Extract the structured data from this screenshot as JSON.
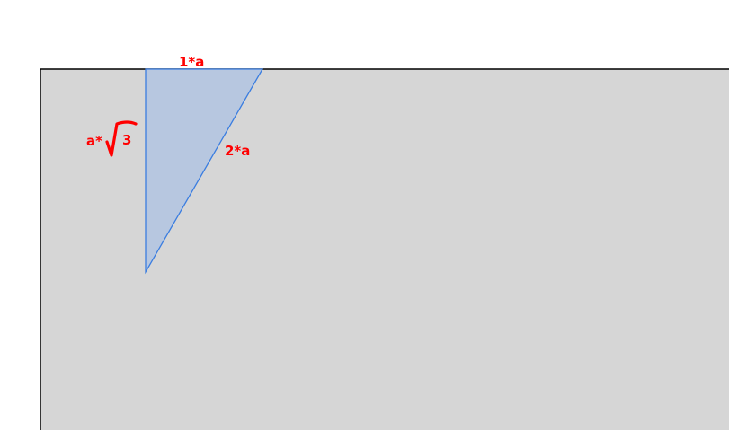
{
  "diagram": {
    "labels": {
      "top_side": "1*a",
      "hypotenuse": "2*a",
      "vertical_prefix": "a*",
      "radicand": "3"
    },
    "colors": {
      "canvas": "#d6d6d6",
      "canvas_border": "#000000",
      "triangle_fill": "#b7c7e0",
      "triangle_stroke": "#3a7de0",
      "label": "#ff0000"
    }
  }
}
